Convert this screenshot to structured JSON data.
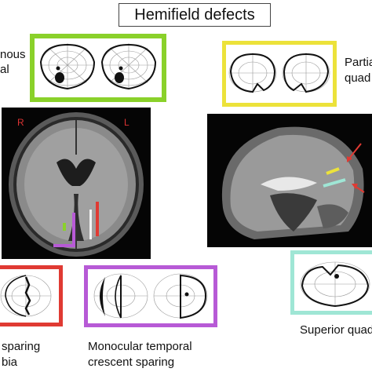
{
  "title": "Hemifield defects",
  "labels": {
    "top_left_line1": "nous",
    "top_left_line2": "al",
    "top_right_line1": "Partia",
    "top_right_line2": "quad",
    "bottom_left_line1": "sparing",
    "bottom_left_line2": "bia",
    "bottom_mid_line1": "Monocular temporal",
    "bottom_mid_line2": "crescent sparing",
    "bottom_right": "Superior quad"
  },
  "mri": {
    "axial_right_letter": "R",
    "axial_left_letter": "L"
  },
  "colors": {
    "green": "#8ad12a",
    "yellow": "#ece23a",
    "red": "#e03a33",
    "purple": "#b75ad6",
    "teal": "#9fe6d5",
    "mri_label": "#d33"
  }
}
